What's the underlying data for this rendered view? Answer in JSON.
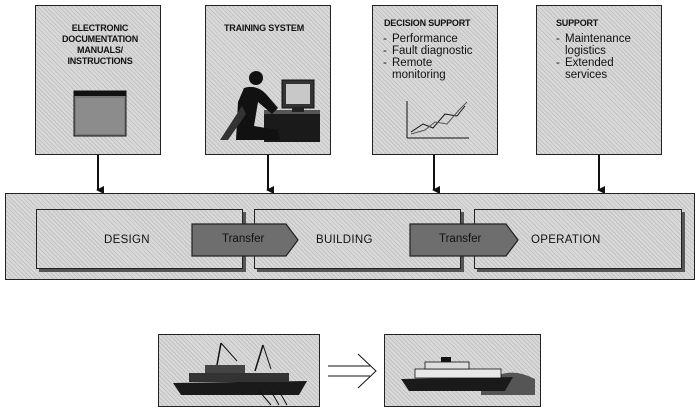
{
  "cards": {
    "docs": {
      "title": "ELECTRONIC DOCUMENTATION MANUALS/ INSTRUCTIONS"
    },
    "training": {
      "title": "TRAINING SYSTEM"
    },
    "decision": {
      "title": "DECISION SUPPORT",
      "items": [
        "Performance",
        "Fault diagnostic",
        "Remote monitoring"
      ]
    },
    "support": {
      "title": "SUPPORT",
      "items": [
        "Maintenance logistics",
        "Extended services"
      ]
    }
  },
  "process": {
    "stages": [
      "DESIGN",
      "BUILDING",
      "OPERATION"
    ],
    "transfer_1": "Transfer",
    "transfer_2": "Transfer"
  }
}
